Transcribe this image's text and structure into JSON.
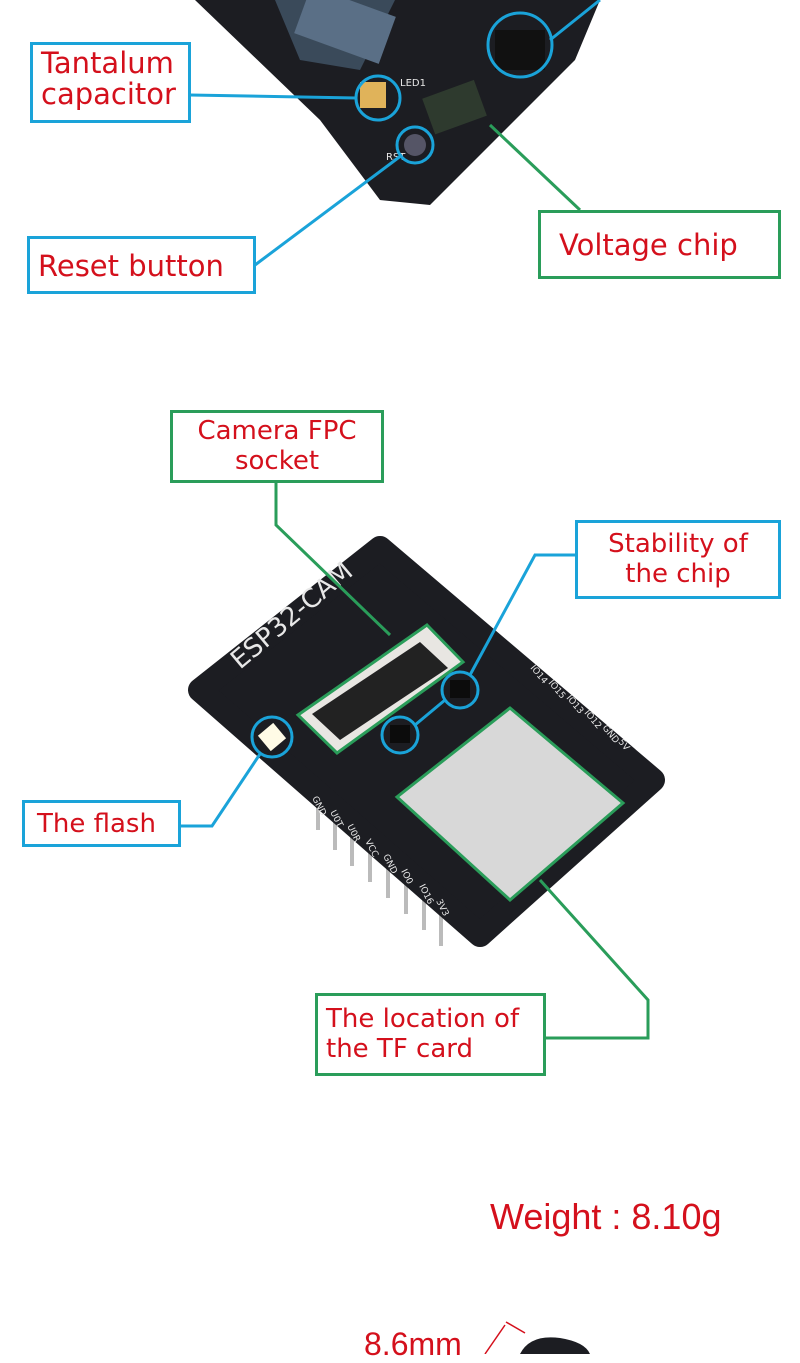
{
  "callouts": {
    "tantalum_capacitor": [
      "Tantalum",
      "capacitor"
    ],
    "reset_button": "Reset button",
    "voltage_chip": "Voltage chip",
    "camera_fpc_socket": [
      "Camera FPC",
      "socket"
    ],
    "stability_chip": [
      "Stability of",
      "the chip"
    ],
    "flash": "The flash",
    "tf_card": [
      "The location of",
      "the TF card"
    ]
  },
  "board": {
    "name": "ESP32-CAM",
    "top_labels": [
      "LED1",
      "RST"
    ],
    "left_pins": [
      "GND",
      "U0T",
      "U0R",
      "VCC",
      "GND",
      "IO0",
      "IO16",
      "3V3"
    ],
    "right_pins": [
      "IO14",
      "IO15",
      "IO13",
      "IO12",
      "GND",
      "5V"
    ]
  },
  "specs": {
    "weight": "Weight : 8.10g",
    "thickness": "8.6mm"
  },
  "colors": {
    "text": "#d4101c",
    "blue_frame": "#1aa3d9",
    "green_frame": "#2a9d5a",
    "board": "#1c1d22"
  }
}
